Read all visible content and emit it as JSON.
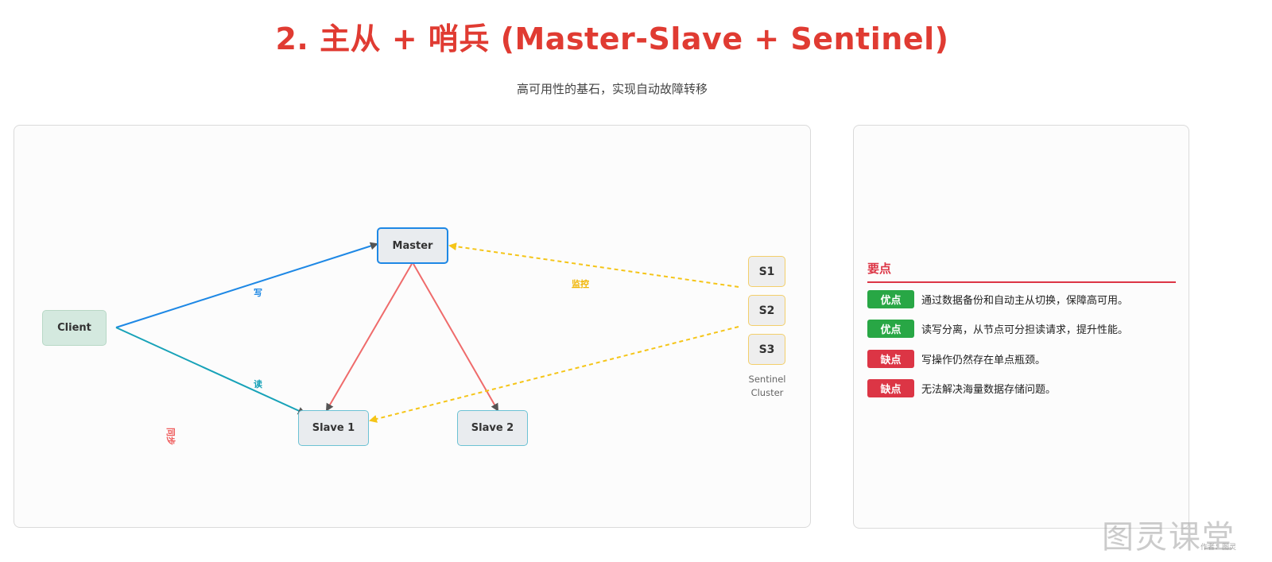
{
  "title": "2. 主从 + 哨兵 (Master-Slave + Sentinel)",
  "subtitle": "高可用性的基石，实现自动故障转移",
  "diagram": {
    "nodes": {
      "client": "Client",
      "master": "Master",
      "slave1": "Slave 1",
      "slave2": "Slave 2",
      "s1": "S1",
      "s2": "S2",
      "s3": "S3"
    },
    "sentinel_cluster_label_line1": "Sentinel",
    "sentinel_cluster_label_line2": "Cluster",
    "edge_labels": {
      "write": "写",
      "read": "读",
      "monitor": "监控",
      "sync": "同步"
    },
    "colors": {
      "write": "#1e88e5",
      "read": "#17a2b8",
      "sync": "#ef6b6b",
      "monitor": "#f5c518"
    }
  },
  "key_points": {
    "heading": "要点",
    "items": [
      {
        "badge": "优点",
        "type": "pro",
        "text": "通过数据备份和自动主从切换，保障高可用。"
      },
      {
        "badge": "优点",
        "type": "pro",
        "text": "读写分离，从节点可分担读请求，提升性能。"
      },
      {
        "badge": "缺点",
        "type": "con",
        "text": "写操作仍然存在单点瓶颈。"
      },
      {
        "badge": "缺点",
        "type": "con",
        "text": "无法解决海量数据存储问题。"
      }
    ]
  },
  "watermark": "图灵课堂",
  "watermark_small": "作者：图灵"
}
